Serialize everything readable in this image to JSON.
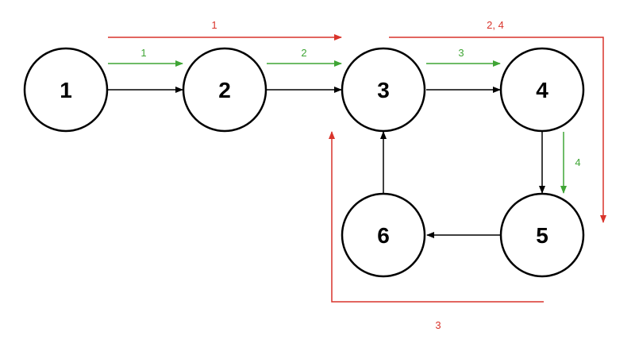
{
  "colors": {
    "node_stroke": "#000000",
    "edge_black": "#000000",
    "green": "#3fa535",
    "red": "#d9342b"
  },
  "nodes": [
    {
      "id": "1",
      "label": "1"
    },
    {
      "id": "2",
      "label": "2"
    },
    {
      "id": "3",
      "label": "3"
    },
    {
      "id": "4",
      "label": "4"
    },
    {
      "id": "5",
      "label": "5"
    },
    {
      "id": "6",
      "label": "6"
    }
  ],
  "edges": [
    {
      "from": "1",
      "to": "2"
    },
    {
      "from": "2",
      "to": "3"
    },
    {
      "from": "3",
      "to": "4"
    },
    {
      "from": "4",
      "to": "5"
    },
    {
      "from": "5",
      "to": "6"
    },
    {
      "from": "6",
      "to": "3"
    }
  ],
  "green_steps": [
    {
      "label": "1",
      "from": "1",
      "to": "2"
    },
    {
      "label": "2",
      "from": "2",
      "to": "3"
    },
    {
      "label": "3",
      "from": "3",
      "to": "4"
    },
    {
      "label": "4",
      "from": "4",
      "to": "5"
    }
  ],
  "red_steps": [
    {
      "label": "1",
      "from": "1",
      "to": "3"
    },
    {
      "label": "2, 4",
      "from": "3",
      "to": "5"
    },
    {
      "label": "3",
      "from": "5",
      "to": "3"
    }
  ]
}
